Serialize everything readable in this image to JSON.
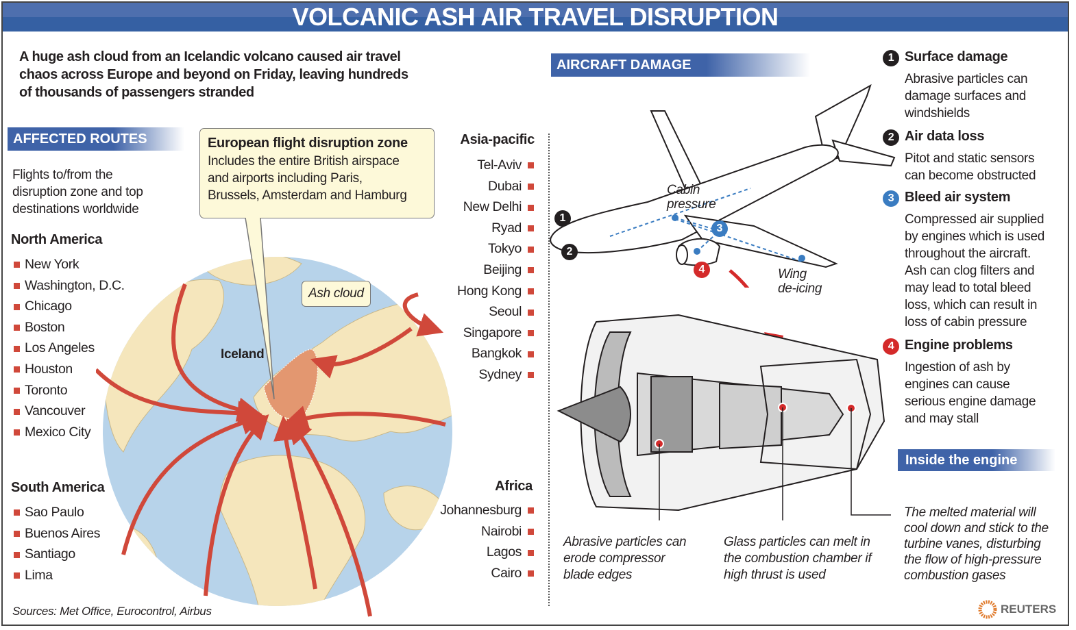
{
  "title": "VOLCANIC ASH AIR TRAVEL DISRUPTION",
  "intro": [
    "A huge ash cloud from an Icelandic volcano caused air travel",
    "chaos across Europe and beyond on Friday, leaving hundreds",
    "of thousands of passengers stranded"
  ],
  "routes": {
    "heading": "AFFECTED ROUTES",
    "desc": [
      "Flights to/from the",
      "disruption zone and top",
      "destinations worldwide"
    ],
    "north_america": {
      "label": "North America",
      "items": [
        "New York",
        "Washington, D.C.",
        "Chicago",
        "Boston",
        "Los Angeles",
        "Houston",
        "Toronto",
        "Vancouver",
        "Mexico City"
      ]
    },
    "south_america": {
      "label": "South America",
      "items": [
        "Sao Paulo",
        "Buenos Aires",
        "Santiago",
        "Lima"
      ]
    },
    "asia_pacific": {
      "label": "Asia-pacific",
      "items": [
        "Tel-Aviv",
        "Dubai",
        "New Delhi",
        "Ryad",
        "Tokyo",
        "Beijing",
        "Hong Kong",
        "Seoul",
        "Singapore",
        "Bangkok",
        "Sydney"
      ]
    },
    "africa": {
      "label": "Africa",
      "items": [
        "Johannesburg",
        "Nairobi",
        "Lagos",
        "Cairo"
      ]
    }
  },
  "zone": {
    "title": "European flight disruption zone",
    "text": [
      "Includes the entire British airspace",
      "and airports including Paris,",
      "Brussels, Amsterdam and Hamburg"
    ]
  },
  "map": {
    "ash_cloud": "Ash cloud",
    "iceland": "Iceland"
  },
  "aircraft": {
    "heading": "AIRCRAFT DAMAGE",
    "cabin": [
      "Cabin",
      "pressure"
    ],
    "wing": [
      "Wing",
      "de-icing"
    ],
    "items": [
      {
        "num": "1",
        "color": "#231f20",
        "title": "Surface damage",
        "text": [
          "Abrasive particles can",
          "damage surfaces and",
          "windshields"
        ]
      },
      {
        "num": "2",
        "color": "#231f20",
        "title": "Air data loss",
        "text": [
          "Pitot and static sensors",
          "can become obstructed"
        ]
      },
      {
        "num": "3",
        "color": "#3a7cc1",
        "title": "Bleed air system",
        "text": [
          "Compressed air supplied",
          "by engines which is used",
          "throughout the aircraft.",
          "Ash can clog filters and",
          "may lead to total bleed",
          "loss, which can result in",
          "loss of cabin pressure"
        ]
      },
      {
        "num": "4",
        "color": "#d42a2a",
        "title": "Engine problems",
        "text": [
          "Ingestion of ash by",
          "engines can cause",
          "serious engine damage",
          "and may stall"
        ]
      }
    ]
  },
  "engine": {
    "heading": "Inside the engine",
    "notes": [
      [
        "Abrasive particles can",
        "erode compressor",
        "blade edges"
      ],
      [
        "Glass particles can melt in",
        "the combustion chamber if",
        "high thrust is used"
      ],
      [
        "The melted material will",
        "cool down and stick to the",
        "turbine vanes, disturbing",
        "the flow of high-pressure",
        "combustion gases"
      ]
    ]
  },
  "source": "Sources: Met Office, Eurocontrol, Airbus",
  "brand": "REUTERS"
}
